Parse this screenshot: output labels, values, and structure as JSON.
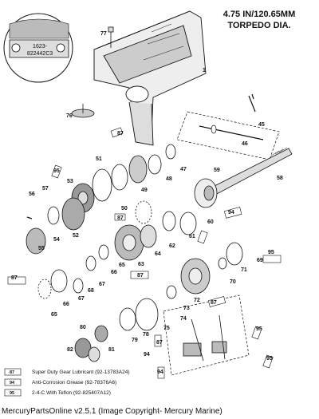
{
  "title": {
    "line1": "4.75 IN/120.65MM",
    "line2": "TORPEDO DIA."
  },
  "inset": {
    "line1": "1623-",
    "line2": "822442C3"
  },
  "callouts": [
    "1",
    "77",
    "76",
    "45",
    "46",
    "87",
    "51",
    "53",
    "48",
    "49",
    "47",
    "59",
    "58",
    "95",
    "56",
    "57",
    "52",
    "54",
    "55",
    "50",
    "87",
    "64",
    "62",
    "61",
    "60",
    "94",
    "63",
    "65",
    "66",
    "87",
    "67",
    "68",
    "66",
    "67",
    "70",
    "71",
    "69",
    "95",
    "72",
    "73",
    "87",
    "65",
    "74",
    "75",
    "80",
    "79",
    "78",
    "81",
    "82",
    "87",
    "94",
    "95",
    "95",
    "87",
    "94"
  ],
  "legend": [
    {
      "code": "87",
      "text": "Super Duty Gear Lubricant (92-13783A24)"
    },
    {
      "code": "94",
      "text": "Anti-Corrosion Grease (92-78376A6)"
    },
    {
      "code": "95",
      "text": "2-4-C With Teflon (92-825407A12)"
    }
  ],
  "footer": "MercuryPartsOnline v2.5.1 (Image Copyright- Mercury Marine)"
}
